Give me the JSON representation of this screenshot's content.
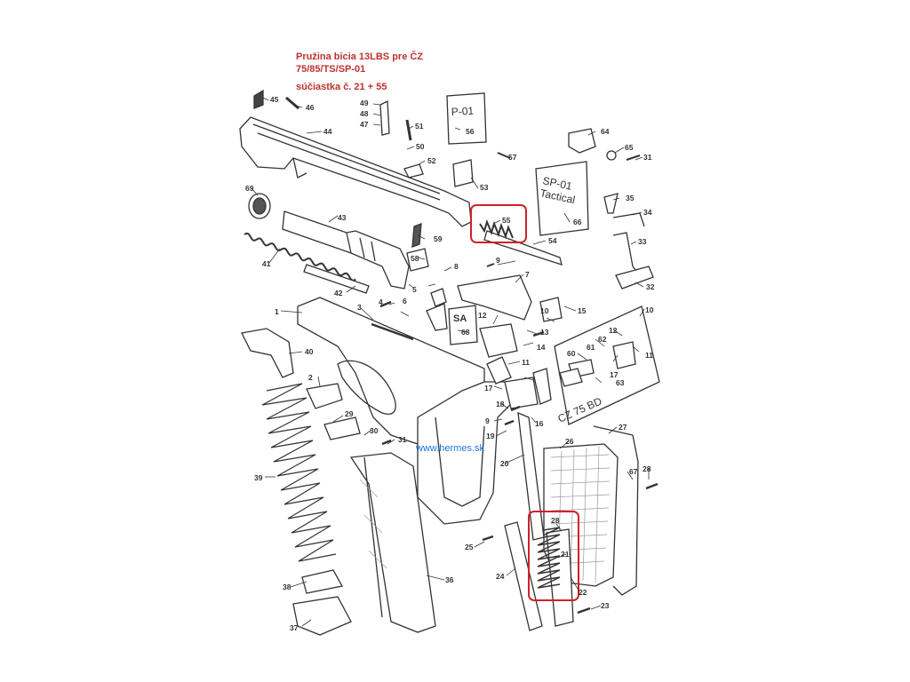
{
  "title": {
    "line1": "Pružina bicia 13LBS pre ČZ",
    "line2": "75/85/TS/SP-01",
    "line3": "súčiastka č. 21 + 55"
  },
  "watermark": "www.hermes.sk",
  "colors": {
    "highlight": "#d0202a",
    "title": "#c0312f",
    "line": "#333333",
    "watermark": "#1a73e8"
  },
  "insets": {
    "p01": "P-01",
    "sp01_line1": "SP-01",
    "sp01_line2": "Tactical",
    "sa": "SA",
    "cz75bd": "CZ 75 BD"
  },
  "highlighted_parts": [
    "55",
    "28",
    "21"
  ],
  "part_labels": [
    "1",
    "2",
    "3",
    "4",
    "5",
    "6",
    "7",
    "8",
    "9",
    "9",
    "10",
    "10",
    "11",
    "11",
    "12",
    "12",
    "13",
    "14",
    "15",
    "16",
    "17",
    "17",
    "18",
    "19",
    "20",
    "21",
    "22",
    "23",
    "24",
    "25",
    "26",
    "27",
    "28",
    "28",
    "29",
    "30",
    "31",
    "31",
    "32",
    "33",
    "34",
    "35",
    "36",
    "37",
    "38",
    "39",
    "40",
    "41",
    "42",
    "43",
    "44",
    "45",
    "46",
    "47",
    "48",
    "49",
    "50",
    "51",
    "52",
    "53",
    "54",
    "55",
    "56",
    "57",
    "58",
    "59",
    "60",
    "61",
    "62",
    "63",
    "64",
    "65",
    "66",
    "67",
    "68",
    "69"
  ]
}
